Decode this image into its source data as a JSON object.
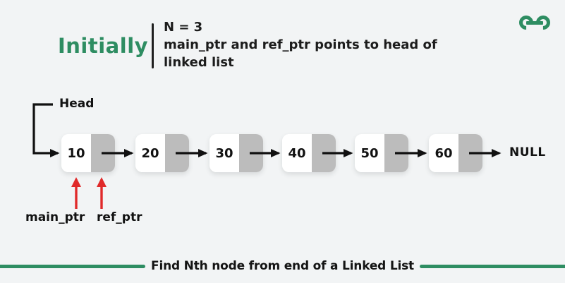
{
  "header": {
    "title": "Initially",
    "info_line1": "N = 3",
    "info_line2": "main_ptr and ref_ptr points to head of",
    "info_line3": "linked list"
  },
  "logo": {
    "name": "geeksforgeeks-logo",
    "color": "#2e8d62"
  },
  "diagram": {
    "head_label": "Head",
    "nodes": [
      "10",
      "20",
      "30",
      "40",
      "50",
      "60"
    ],
    "null_label": "NULL",
    "main_pointer_label": "main_ptr",
    "ref_pointer_label": "ref_ptr",
    "node_value_fill": "#ffffff",
    "node_pointer_fill": "#bcbcbc",
    "arrow_color": "#111111",
    "pointer_arrow_color": "#e02a2a"
  },
  "footer": {
    "caption": "Find Nth node from end of a Linked List",
    "accent_color": "#2e8d62"
  }
}
